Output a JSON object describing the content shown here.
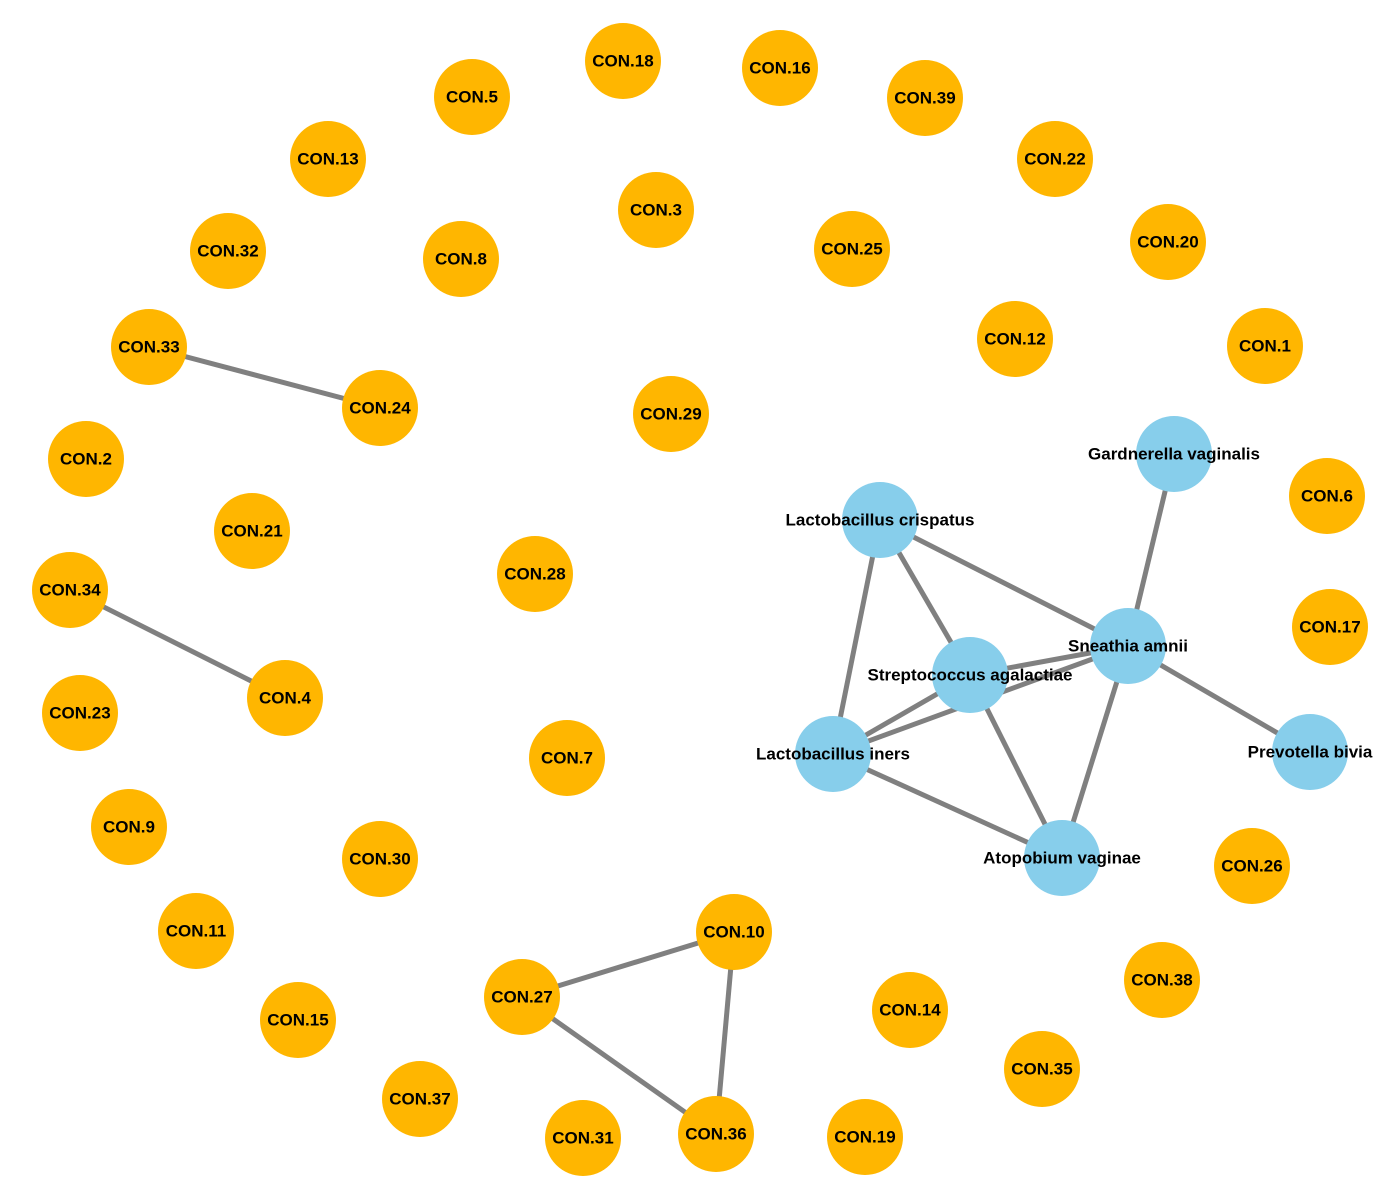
{
  "colors": {
    "background": "#ffffff",
    "contig_node": "#FFB600",
    "species_node": "#87CEEB",
    "edge": "#808080",
    "label": "#000000"
  },
  "nodes": [
    {
      "id": "CON.18",
      "label": "CON.18",
      "group": "contig"
    },
    {
      "id": "CON.16",
      "label": "CON.16",
      "group": "contig"
    },
    {
      "id": "CON.5",
      "label": "CON.5",
      "group": "contig"
    },
    {
      "id": "CON.39",
      "label": "CON.39",
      "group": "contig"
    },
    {
      "id": "CON.13",
      "label": "CON.13",
      "group": "contig"
    },
    {
      "id": "CON.22",
      "label": "CON.22",
      "group": "contig"
    },
    {
      "id": "CON.3",
      "label": "CON.3",
      "group": "contig"
    },
    {
      "id": "CON.20",
      "label": "CON.20",
      "group": "contig"
    },
    {
      "id": "CON.32",
      "label": "CON.32",
      "group": "contig"
    },
    {
      "id": "CON.8",
      "label": "CON.8",
      "group": "contig"
    },
    {
      "id": "CON.25",
      "label": "CON.25",
      "group": "contig"
    },
    {
      "id": "CON.12",
      "label": "CON.12",
      "group": "contig"
    },
    {
      "id": "CON.1",
      "label": "CON.1",
      "group": "contig"
    },
    {
      "id": "CON.33",
      "label": "CON.33",
      "group": "contig"
    },
    {
      "id": "CON.24",
      "label": "CON.24",
      "group": "contig"
    },
    {
      "id": "CON.29",
      "label": "CON.29",
      "group": "contig"
    },
    {
      "id": "CON.2",
      "label": "CON.2",
      "group": "contig"
    },
    {
      "id": "CON.6",
      "label": "CON.6",
      "group": "contig"
    },
    {
      "id": "CON.21",
      "label": "CON.21",
      "group": "contig"
    },
    {
      "id": "CON.28",
      "label": "CON.28",
      "group": "contig"
    },
    {
      "id": "CON.34",
      "label": "CON.34",
      "group": "contig"
    },
    {
      "id": "CON.17",
      "label": "CON.17",
      "group": "contig"
    },
    {
      "id": "CON.4",
      "label": "CON.4",
      "group": "contig"
    },
    {
      "id": "CON.23",
      "label": "CON.23",
      "group": "contig"
    },
    {
      "id": "CON.7",
      "label": "CON.7",
      "group": "contig"
    },
    {
      "id": "CON.9",
      "label": "CON.9",
      "group": "contig"
    },
    {
      "id": "CON.30",
      "label": "CON.30",
      "group": "contig"
    },
    {
      "id": "CON.26",
      "label": "CON.26",
      "group": "contig"
    },
    {
      "id": "CON.11",
      "label": "CON.11",
      "group": "contig"
    },
    {
      "id": "CON.10",
      "label": "CON.10",
      "group": "contig"
    },
    {
      "id": "CON.38",
      "label": "CON.38",
      "group": "contig"
    },
    {
      "id": "CON.27",
      "label": "CON.27",
      "group": "contig"
    },
    {
      "id": "CON.15",
      "label": "CON.15",
      "group": "contig"
    },
    {
      "id": "CON.14",
      "label": "CON.14",
      "group": "contig"
    },
    {
      "id": "CON.35",
      "label": "CON.35",
      "group": "contig"
    },
    {
      "id": "CON.37",
      "label": "CON.37",
      "group": "contig"
    },
    {
      "id": "CON.31",
      "label": "CON.31",
      "group": "contig"
    },
    {
      "id": "CON.36",
      "label": "CON.36",
      "group": "contig"
    },
    {
      "id": "CON.19",
      "label": "CON.19",
      "group": "contig"
    },
    {
      "id": "gardnerella",
      "label": "Gardnerella vaginalis",
      "group": "species"
    },
    {
      "id": "crispatus",
      "label": "Lactobacillus crispatus",
      "group": "species"
    },
    {
      "id": "sneathia",
      "label": "Sneathia amnii",
      "group": "species"
    },
    {
      "id": "strepto",
      "label": "Streptococcus agalactiae",
      "group": "species"
    },
    {
      "id": "iners",
      "label": "Lactobacillus iners",
      "group": "species"
    },
    {
      "id": "prevotella",
      "label": "Prevotella bivia",
      "group": "species"
    },
    {
      "id": "atopobium",
      "label": "Atopobium vaginae",
      "group": "species"
    }
  ],
  "edges": [
    {
      "source": "CON.33",
      "target": "CON.24"
    },
    {
      "source": "CON.34",
      "target": "CON.4"
    },
    {
      "source": "CON.27",
      "target": "CON.10"
    },
    {
      "source": "CON.27",
      "target": "CON.36"
    },
    {
      "source": "CON.10",
      "target": "CON.36"
    },
    {
      "source": "gardnerella",
      "target": "sneathia"
    },
    {
      "source": "crispatus",
      "target": "sneathia"
    },
    {
      "source": "crispatus",
      "target": "strepto"
    },
    {
      "source": "crispatus",
      "target": "iners"
    },
    {
      "source": "strepto",
      "target": "sneathia"
    },
    {
      "source": "strepto",
      "target": "iners"
    },
    {
      "source": "strepto",
      "target": "atopobium"
    },
    {
      "source": "sneathia",
      "target": "iners"
    },
    {
      "source": "sneathia",
      "target": "prevotella"
    },
    {
      "source": "sneathia",
      "target": "atopobium"
    },
    {
      "source": "iners",
      "target": "atopobium"
    }
  ]
}
